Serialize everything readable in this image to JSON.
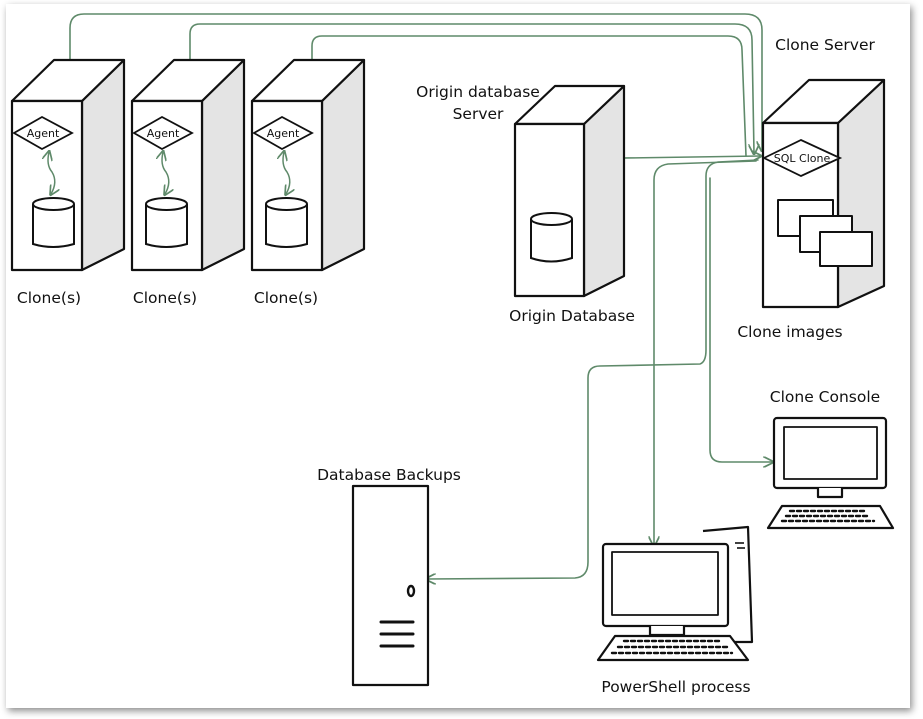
{
  "labels": {
    "clone_1": "Clone(s)",
    "clone_2": "Clone(s)",
    "clone_3": "Clone(s)",
    "origin_server_line1": "Origin database",
    "origin_server_line2": "Server",
    "origin_database": "Origin Database",
    "clone_server": "Clone  Server",
    "clone_images": "Clone images",
    "clone_console": "Clone Console",
    "database_backups": "Database Backups",
    "powershell_process": "PowerShell process"
  },
  "agent_labels": [
    "Agent",
    "Agent",
    "Agent"
  ],
  "sql_clone_label": "SQL Clone",
  "colors": {
    "connector": "#5f8a6a",
    "outline": "#111111",
    "server_side": "#e4e4e4"
  }
}
